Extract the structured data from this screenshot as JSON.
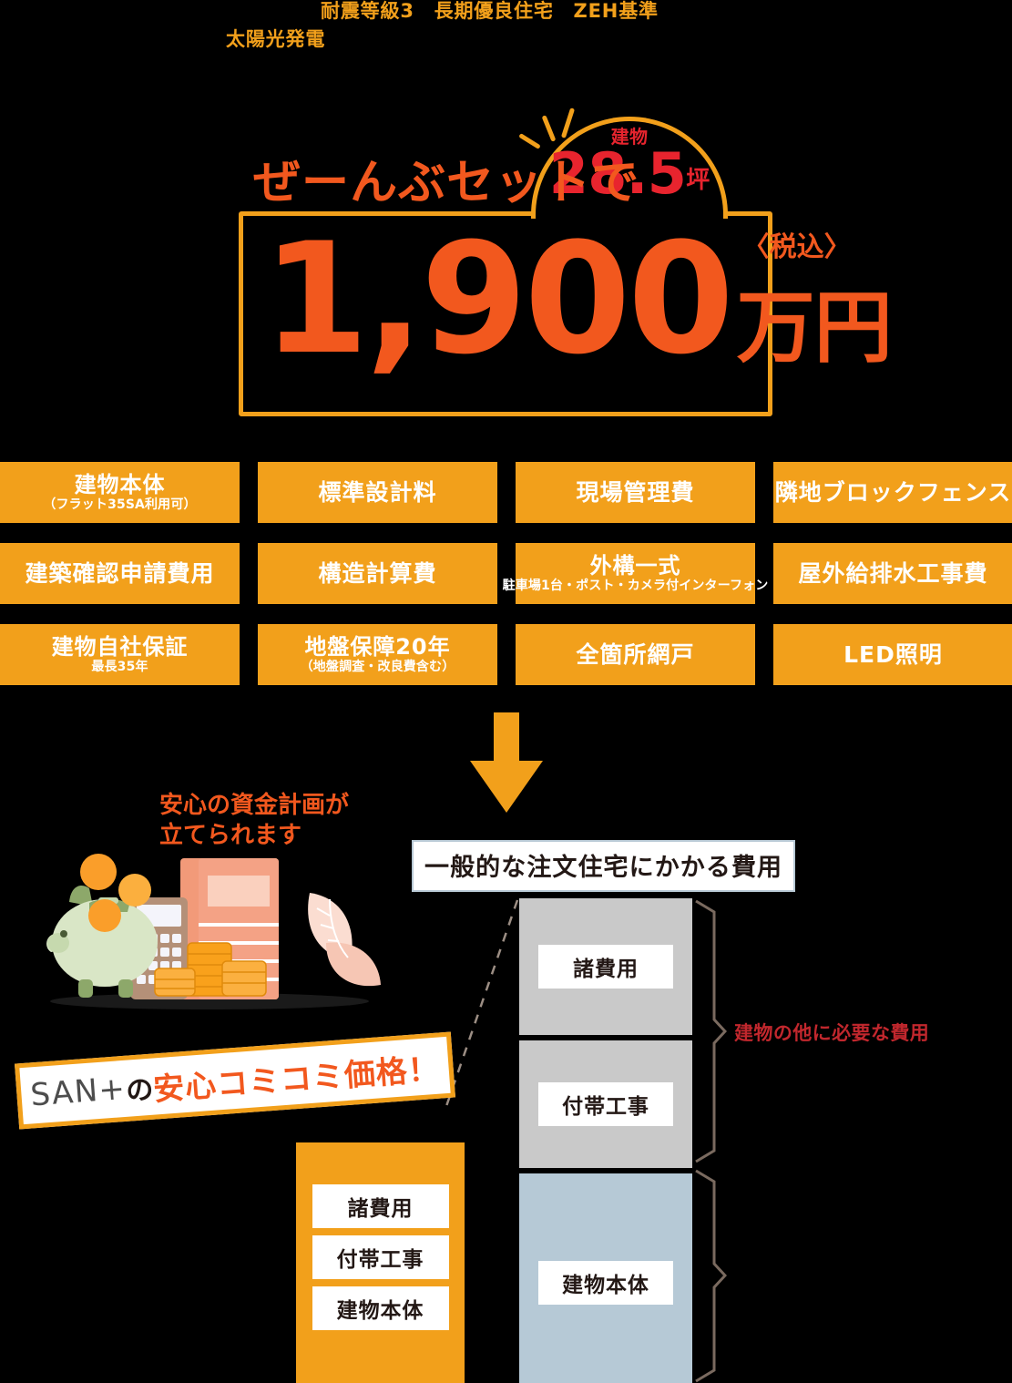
{
  "header": {
    "badges_line1": "耐震等級3　長期優良住宅　ZEH基準",
    "badges_line2": "太陽光発電"
  },
  "hero": {
    "lead": "ぜーんぶセットで",
    "area_label": "建物",
    "area_value": "28.5",
    "area_unit": "坪",
    "price_number": "1,900",
    "price_unit": "万円",
    "tax_note": "〈税込〉",
    "accent_orange": "#F2A01B",
    "accent_red": "#E8242E",
    "accent_deep_orange": "#F2581E"
  },
  "features": [
    {
      "title": "建物本体",
      "sub": "（フラット35SA利用可）"
    },
    {
      "title": "標準設計料",
      "sub": ""
    },
    {
      "title": "現場管理費",
      "sub": ""
    },
    {
      "title": "隣地ブロックフェンス",
      "sub": ""
    },
    {
      "title": "建築確認申請費用",
      "sub": ""
    },
    {
      "title": "構造計算費",
      "sub": ""
    },
    {
      "title": "外構一式",
      "sub": "駐車場1台・ポスト・カメラ付インターフォン"
    },
    {
      "title": "屋外給排水工事費",
      "sub": ""
    },
    {
      "title": "建物自社保証",
      "sub": "最長35年"
    },
    {
      "title": "地盤保障20年",
      "sub": "（地盤調査・改良費含む）"
    },
    {
      "title": "全箇所網戸",
      "sub": ""
    },
    {
      "title": "LED照明",
      "sub": ""
    }
  ],
  "illustration": {
    "anshin_line1": "安心の資金計画が",
    "anshin_line2": "立てられます"
  },
  "comparison": {
    "caption": "一般的な注文住宅にかかる費用",
    "bracket_label": "建物の他に必要な費用",
    "ribbon_brand": "SAN+",
    "ribbon_no": "の",
    "ribbon_highlight": "安心コミコミ価格！"
  },
  "chart_data": {
    "type": "bar",
    "title": "一般的な注文住宅にかかる費用 vs SAN+の安心コミコミ価格",
    "orientation": "vertical-stacked",
    "series": [
      {
        "name": "一般的な注文住宅にかかる費用",
        "color": "#C9C9C9",
        "segments": [
          {
            "label": "諸費用",
            "value": 150,
            "color": "#C9C9C9"
          },
          {
            "label": "付帯工事",
            "value": 140,
            "color": "#C9C9C9"
          },
          {
            "label": "建物本体",
            "value": 240,
            "color": "#B6C9D6"
          }
        ]
      },
      {
        "name": "SAN+の安心コミコミ価格！",
        "color": "#F2A01B",
        "segments": [
          {
            "label": "諸費用",
            "value": 55,
            "color": "#F2A01B"
          },
          {
            "label": "付帯工事",
            "value": 55,
            "color": "#F2A01B"
          },
          {
            "label": "建物本体",
            "value": 55,
            "color": "#F2A01B"
          }
        ]
      }
    ],
    "annotations": [
      "建物の他に必要な費用"
    ],
    "legend": "none",
    "grid": false
  }
}
